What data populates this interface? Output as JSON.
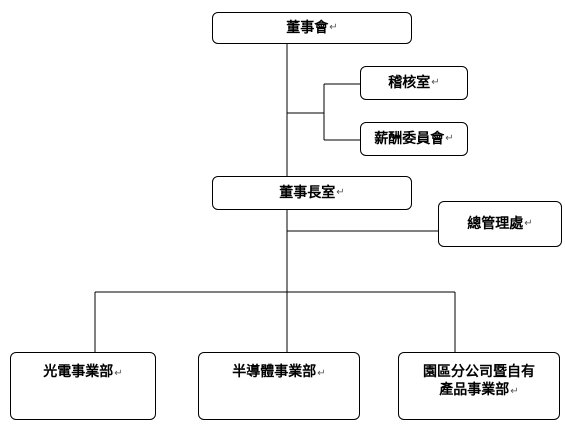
{
  "org_chart": {
    "board": "董事會",
    "audit": "稽核室",
    "compensation": "薪酬委員會",
    "chairman_office": "董事長室",
    "general_management": "總管理處",
    "optoelectronics": "光電事業部",
    "semiconductor": "半導體事業部",
    "yuanqu_line1": "園區分公司暨自有",
    "yuanqu_line2": "產品事業部"
  },
  "paragraph_mark": "↵"
}
